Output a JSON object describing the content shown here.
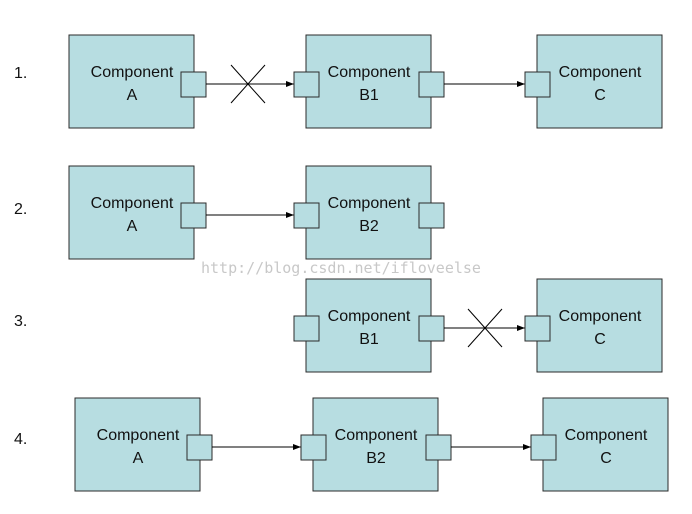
{
  "watermark": "http://blog.csdn.net/ifloveelse",
  "rows": [
    {
      "number": "1.",
      "components": [
        {
          "line1": "Component",
          "line2": "A"
        },
        {
          "line1": "Component",
          "line2": "B1"
        },
        {
          "line1": "Component",
          "line2": "C"
        }
      ]
    },
    {
      "number": "2.",
      "components": [
        {
          "line1": "Component",
          "line2": "A"
        },
        {
          "line1": "Component",
          "line2": "B2"
        }
      ]
    },
    {
      "number": "3.",
      "components": [
        {
          "line1": "Component",
          "line2": "B1"
        },
        {
          "line1": "Component",
          "line2": "C"
        }
      ]
    },
    {
      "number": "4.",
      "components": [
        {
          "line1": "Component",
          "line2": "A"
        },
        {
          "line1": "Component",
          "line2": "B2"
        },
        {
          "line1": "Component",
          "line2": "C"
        }
      ]
    }
  ],
  "colors": {
    "component_fill": "#b7dde1",
    "outline": "#2b2b2b",
    "watermark": "#c8c8c8"
  }
}
